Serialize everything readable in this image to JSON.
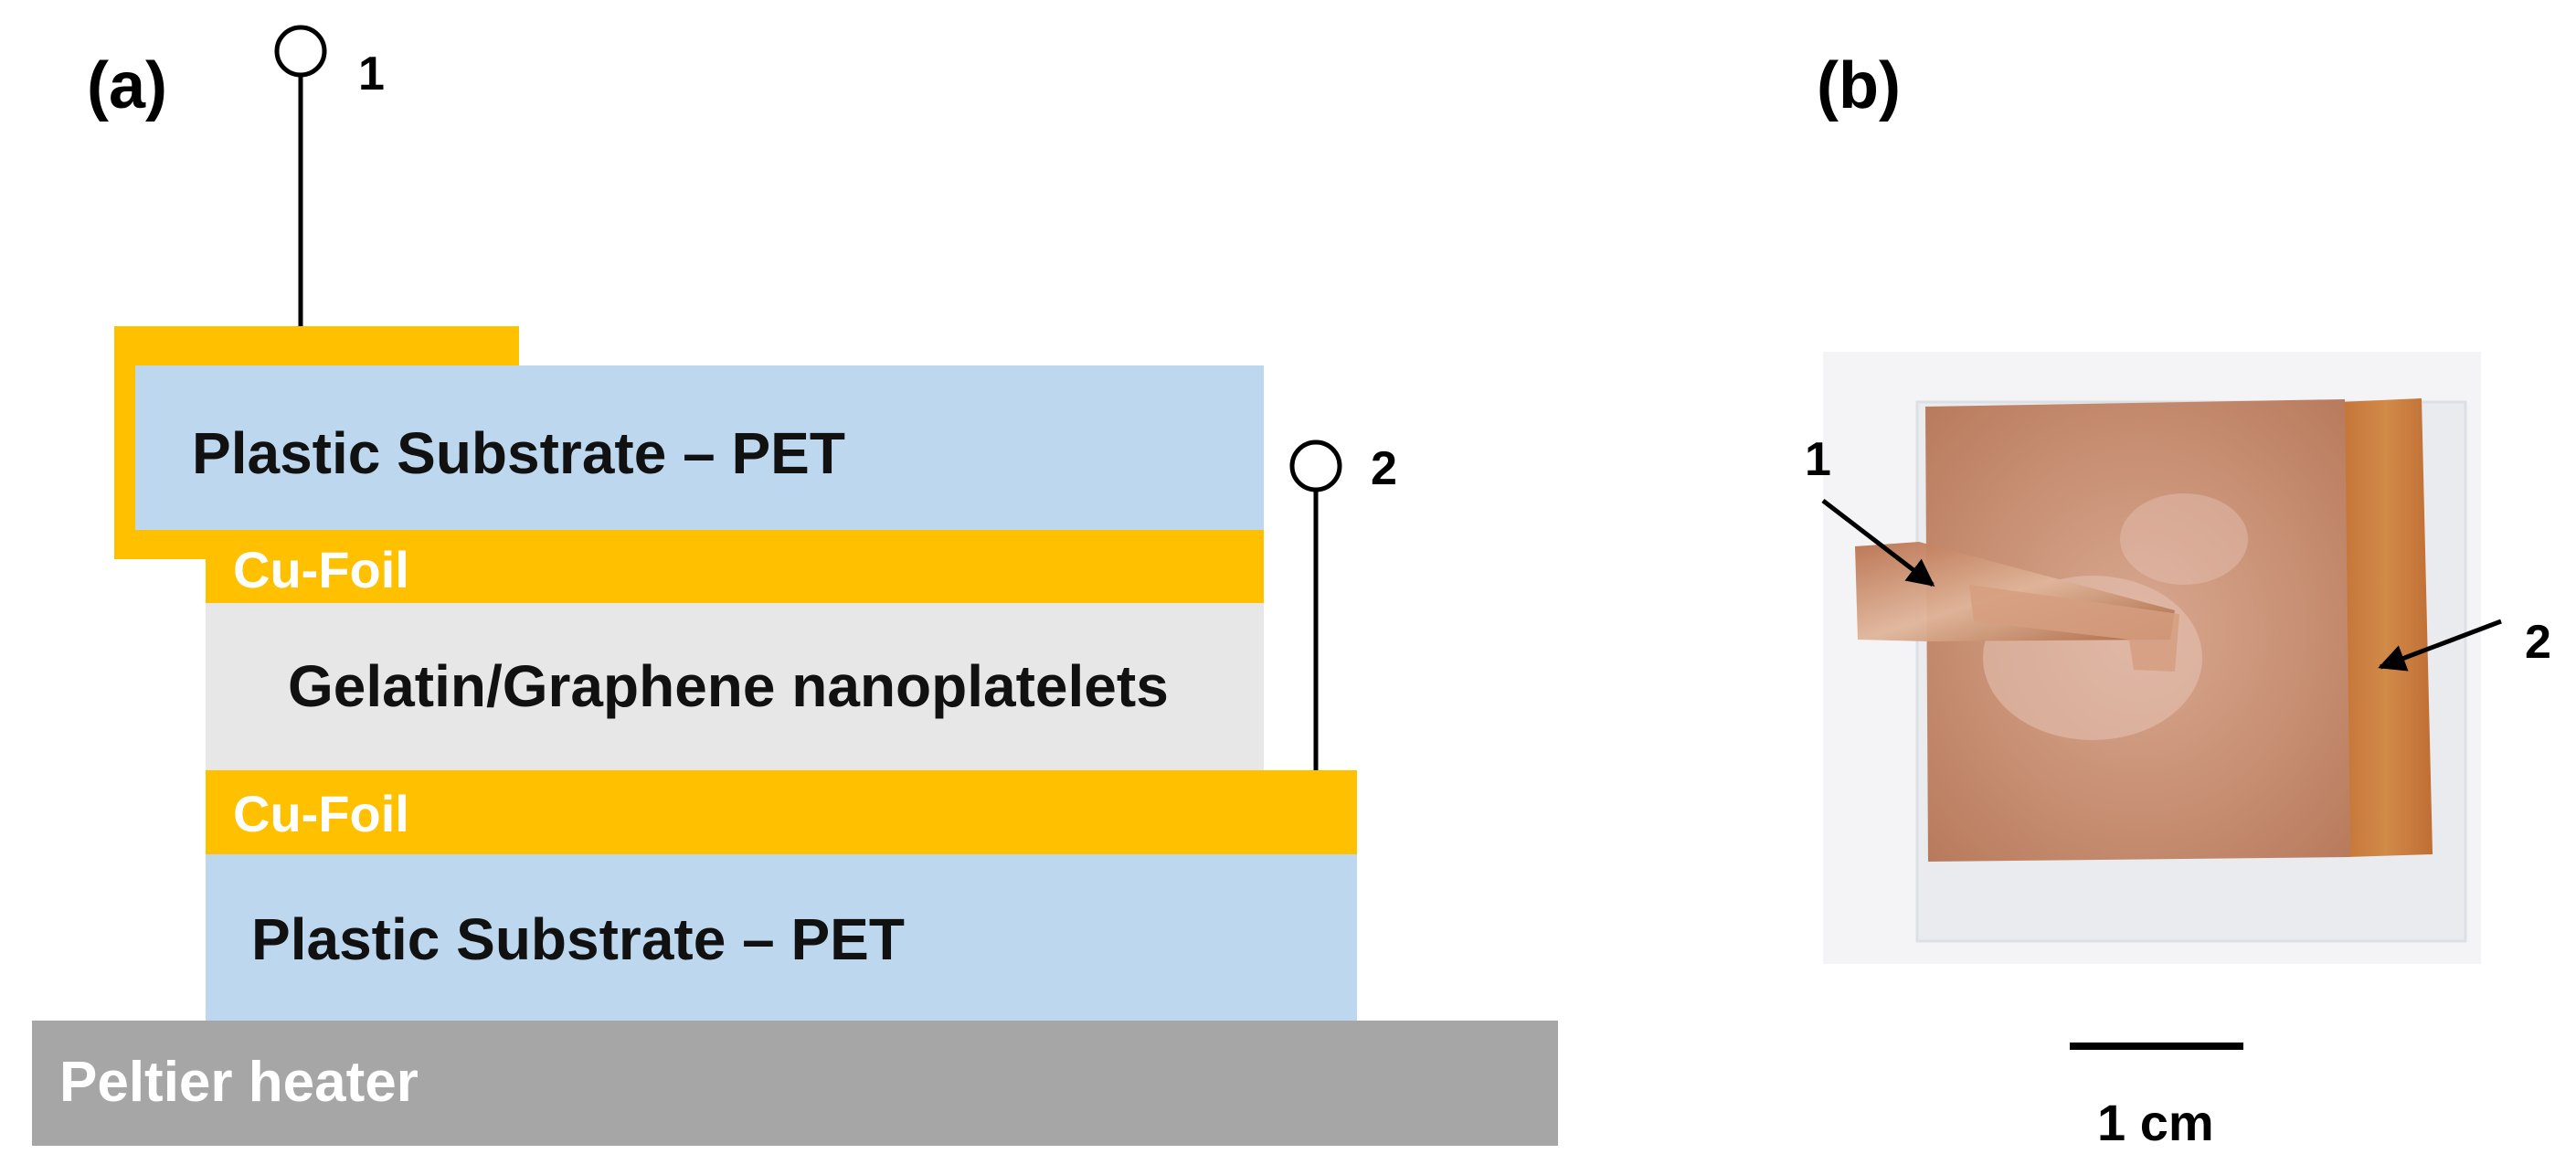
{
  "panels": {
    "a_label": "(a)",
    "b_label": "(b)"
  },
  "layers": {
    "pet_top": "Plastic Substrate – PET",
    "cu_foil_top": "Cu-Foil",
    "gelatin": "Gelatin/Graphene nanoplatelets",
    "cu_foil_bottom": "Cu-Foil",
    "pet_bottom": "Plastic Substrate – PET",
    "heater": "Peltier heater"
  },
  "terminals": {
    "t1": "1",
    "t2": "2"
  },
  "photo": {
    "marker_1": "1",
    "marker_2": "2",
    "scale_label": "1 cm"
  },
  "colors": {
    "pet": "#bdd7ee",
    "cu_foil": "#ffc000",
    "gelatin": "#e7e7e7",
    "heater": "#a6a6a6",
    "copper": "#c58a66",
    "copper_strip": "#c8783d"
  }
}
